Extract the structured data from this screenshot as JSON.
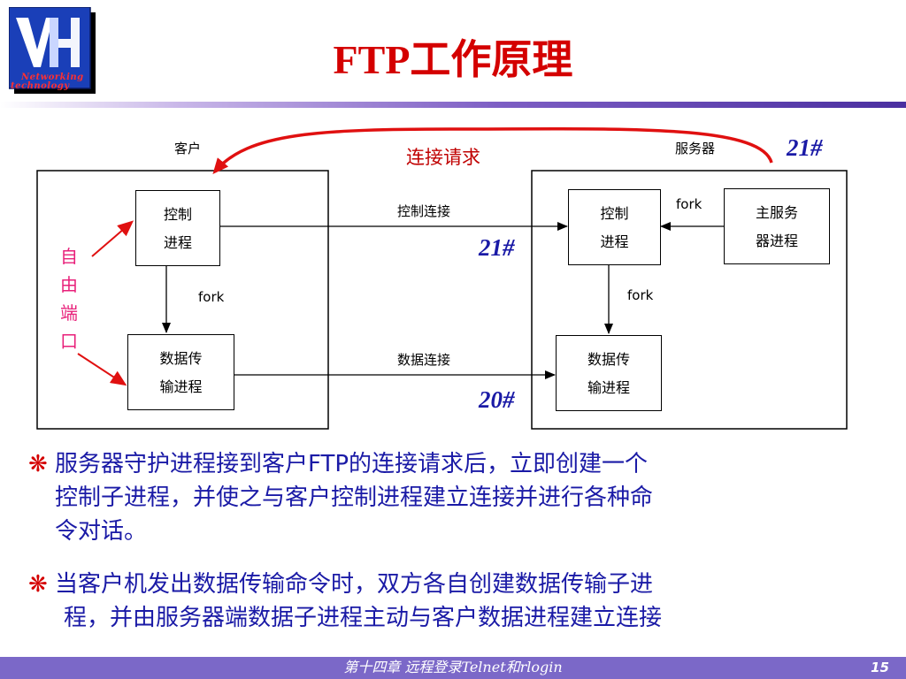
{
  "logo": {
    "letters": "VH",
    "line1": "Networking",
    "line2": "technology"
  },
  "title": "FTP工作原理",
  "diagram": {
    "client_label": "客户",
    "server_label": "服务器",
    "request_label": "连接请求",
    "port_main": "21#",
    "port_control": "21#",
    "port_data": "20#",
    "free_port": [
      "自",
      "由",
      "端",
      "口"
    ],
    "client_control_process": [
      "控制",
      "进程"
    ],
    "client_data_process": [
      "数据传",
      "输进程"
    ],
    "server_control_process": [
      "控制",
      "进程"
    ],
    "server_data_process": [
      "数据传",
      "输进程"
    ],
    "server_main_process": [
      "主服务",
      "器进程"
    ],
    "control_connection": "控制连接",
    "data_connection": "数据连接",
    "fork_client": "fork",
    "fork_server_main": "fork",
    "fork_server_data": "fork"
  },
  "bullets": [
    {
      "symbol": "❋",
      "lines": [
        "服务器守护进程接到客户FTP的连接请求后，立即创建一个",
        "控制子进程，并使之与客户控制进程建立连接并进行各种命",
        "令对话。"
      ]
    },
    {
      "symbol": "❋",
      "lines": [
        "当客户机发出数据传输命令时，双方各自创建数据传输子进",
        "程，并由服务器端数据子进程主动与客户数据进程建立连接"
      ]
    }
  ],
  "footer": {
    "chapter": "第十四章   远程登录Telnet和rlogin",
    "page": "15"
  },
  "colors": {
    "title": "#d40000",
    "body_text": "#1a1aa6",
    "arrow_red": "#e01010",
    "free_port": "#e8207a",
    "footer_band": "#7b68c8"
  }
}
